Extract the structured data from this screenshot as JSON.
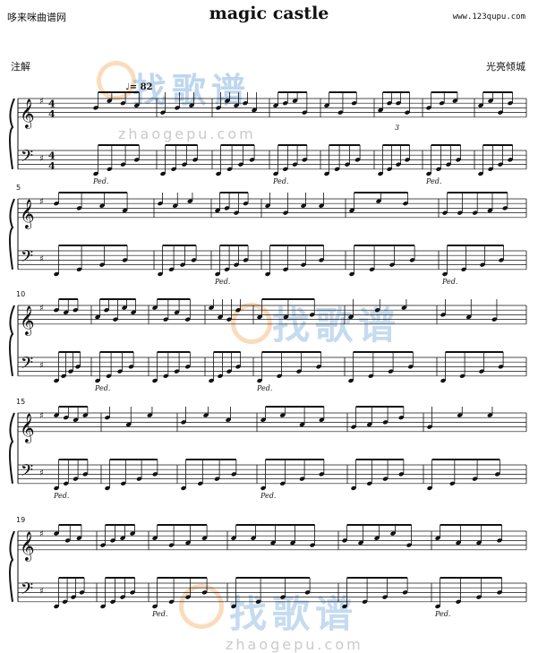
{
  "header": {
    "site_name_left": "哆来咪曲谱网",
    "title": "magic castle",
    "site_url_right": "www.123qupu.com",
    "annotation_label": "注解",
    "composer": "光亮倾城"
  },
  "score": {
    "tempo_marking": "♩= 82",
    "time_signature": "4/4",
    "key_signature": "G major (1 sharp)",
    "pedal_marking": "Ped.",
    "triplet_marking": "3",
    "system_start_measures": [
      "5",
      "10",
      "15",
      "19"
    ]
  },
  "watermarks": {
    "logo_text": "找歌谱",
    "domain_text": "zhaogepu.com"
  },
  "colors": {
    "ink": "#111111",
    "watermark_orange": "#f4b26a",
    "watermark_blue": "#7fb0e0",
    "watermark_gray": "#bdbdbd"
  }
}
